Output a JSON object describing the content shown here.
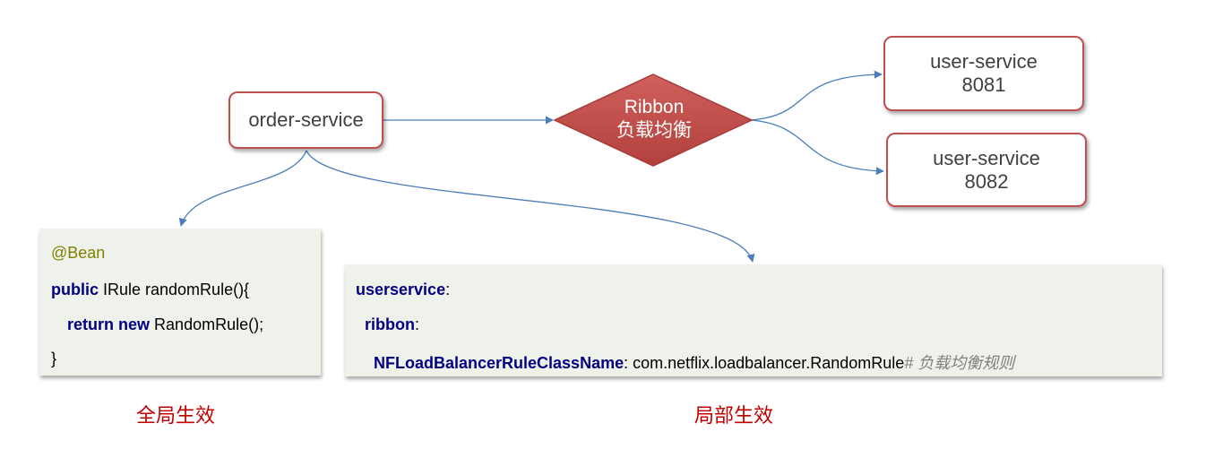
{
  "nodes": {
    "order_service": "order-service",
    "ribbon_line1": "Ribbon",
    "ribbon_line2": "负载均衡",
    "user_service_a_name": "user-service",
    "user_service_a_port": "8081",
    "user_service_b_name": "user-service",
    "user_service_b_port": "8082"
  },
  "global_code": {
    "annotation": "@Bean",
    "kw_public": "public",
    "method_sig": " IRule randomRule(){",
    "kw_return": "return",
    "kw_new": "new",
    "ctor_call": " RandomRule();",
    "close_brace": "}"
  },
  "local_code": {
    "key_userservice": "userservice",
    "colon1": ":",
    "key_ribbon": "ribbon",
    "colon2": ":",
    "key_rule": "NFLoadBalancerRuleClassName",
    "value_rule": ": com.netflix.loadbalancer.RandomRule",
    "comment": "# 负载均衡规则"
  },
  "captions": {
    "global": "全局生效",
    "local": "局部生效"
  },
  "colors": {
    "node_border": "#c0504d",
    "diamond_fill": "#c0504d",
    "arrow": "#4a7ebb",
    "code_bg": "#eff2ea",
    "caption": "#c00000"
  }
}
